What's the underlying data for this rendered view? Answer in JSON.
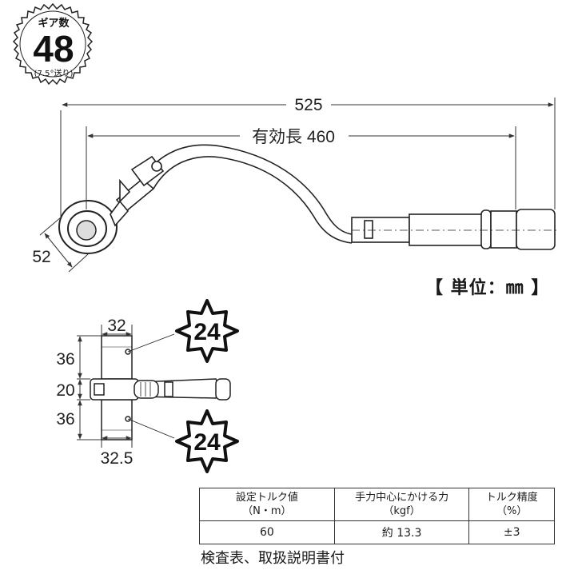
{
  "gear_badge": {
    "top_label": "ギア数",
    "number": "48",
    "sub_label": "(7.5°送り)"
  },
  "main_view": {
    "overall_length": "525",
    "effective_length": "有効長 460",
    "head_width": "52"
  },
  "unit_note": "【 単位：㎜ 】",
  "side_view": {
    "top_width": "32",
    "bottom_width": "32.5",
    "upper_height": "36",
    "middle_height": "20",
    "lower_height": "36",
    "socket_top": "24",
    "socket_bottom": "24"
  },
  "spec_table": {
    "headers": [
      [
        "設定トルク値",
        "（N・m）"
      ],
      [
        "手力中心にかける力",
        "（kgf）"
      ],
      [
        "トルク精度",
        "（%）"
      ]
    ],
    "values": [
      "60",
      "約 13.3",
      "±3"
    ]
  },
  "accessories_note": "検査表、取扱説明書付"
}
